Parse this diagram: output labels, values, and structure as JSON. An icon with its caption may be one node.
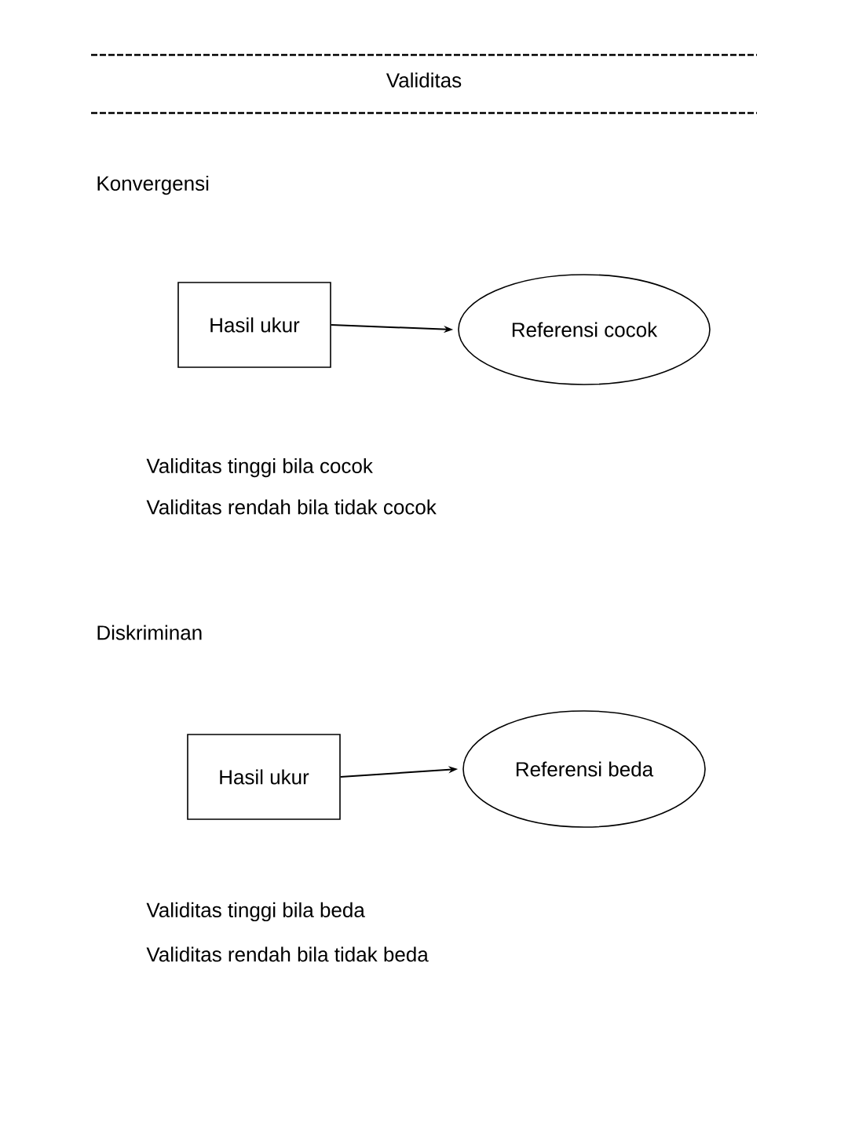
{
  "diagram": {
    "title": "Validitas",
    "nodes": [
      {
        "text": [
          "Hasil ukur"
        ]
      },
      {
        "text": [
          "Referensi cocok"
        ]
      },
      {
        "text": [
          "Hasil ukur"
        ]
      },
      {
        "text": [
          "Referensi beda"
        ]
      }
    ],
    "edges": [
      {
        "from": 0,
        "to": 1,
        "arrow": "to"
      },
      {
        "from": 2,
        "to": 3,
        "arrow": "to"
      }
    ],
    "labels": [
      "Konvergensi",
      "Validitas tinggi bila cocok",
      "Validitas rendah bila tidak cocok",
      "Diskriminan",
      "Validitas tinggi bila beda",
      "Validitas rendah bila tidak beda"
    ]
  }
}
